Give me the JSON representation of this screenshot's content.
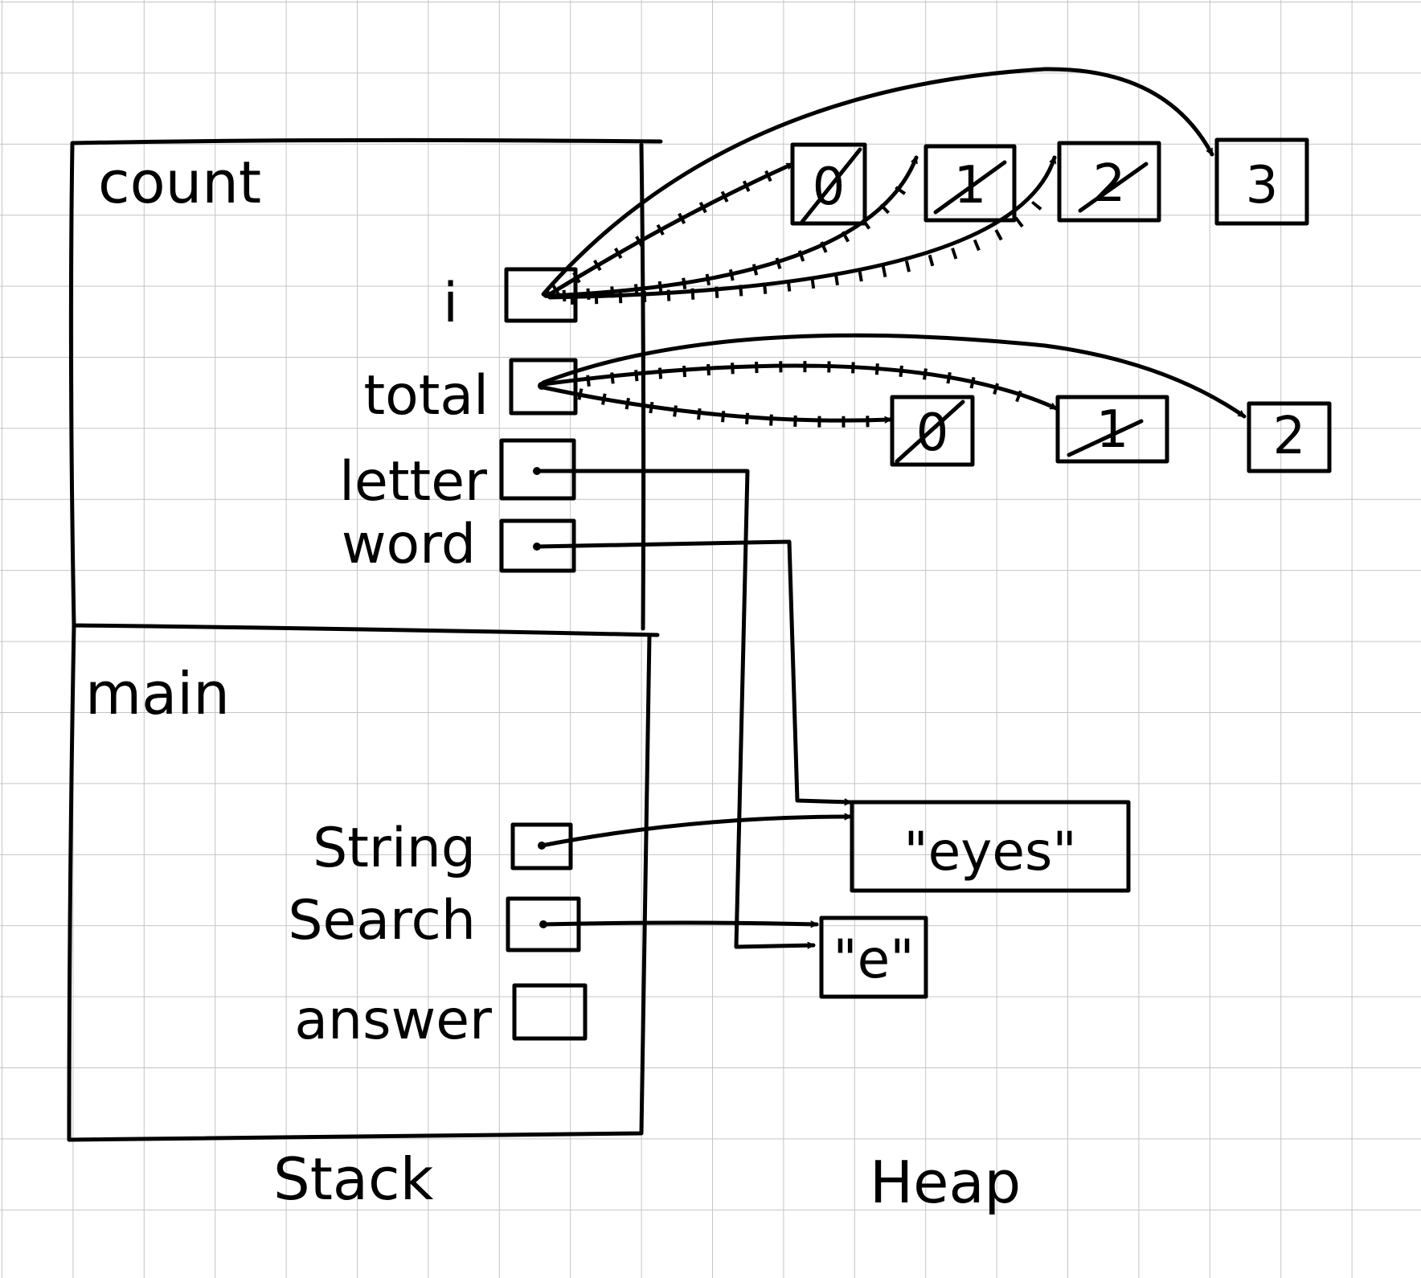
{
  "stack": {
    "label": "Stack",
    "frames": [
      {
        "name": "count",
        "variables": [
          {
            "name": "i",
            "kind": "reference"
          },
          {
            "name": "total",
            "kind": "reference"
          },
          {
            "name": "letter",
            "kind": "reference"
          },
          {
            "name": "word",
            "kind": "reference"
          }
        ]
      },
      {
        "name": "main",
        "variables": [
          {
            "name": "String",
            "kind": "reference"
          },
          {
            "name": "Search",
            "kind": "reference"
          },
          {
            "name": "answer",
            "kind": "empty"
          }
        ]
      }
    ]
  },
  "heap": {
    "label": "Heap",
    "i_values": [
      {
        "value": "0",
        "crossed_out": true
      },
      {
        "value": "1",
        "crossed_out": true
      },
      {
        "value": "2",
        "crossed_out": true
      },
      {
        "value": "3",
        "crossed_out": false
      }
    ],
    "total_values": [
      {
        "value": "0",
        "crossed_out": true
      },
      {
        "value": "1",
        "crossed_out": true
      },
      {
        "value": "2",
        "crossed_out": false
      }
    ],
    "strings": [
      {
        "text": "\"eyes\""
      },
      {
        "text": "\"e\""
      }
    ]
  },
  "references": [
    {
      "from": "i",
      "to": "3",
      "current": true
    },
    {
      "from": "total",
      "to": "2",
      "current": true
    },
    {
      "from": "letter",
      "to": "\"e\""
    },
    {
      "from": "word",
      "to": "\"eyes\""
    },
    {
      "from": "String",
      "to": "\"eyes\""
    },
    {
      "from": "Search",
      "to": "\"e\""
    }
  ]
}
